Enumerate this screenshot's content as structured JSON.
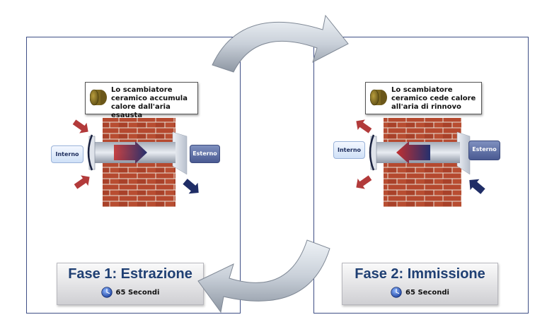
{
  "left_panel": {
    "callout": "Lo scambiatore ceramico accumula calore dall'aria esausta",
    "interno_label": "Interno",
    "esterno_label": "Esterno",
    "phase_title": "Fase 1: Estrazione",
    "phase_time": "65 Secondi"
  },
  "right_panel": {
    "callout": "Lo scambiatore ceramico cede calore all'aria di rinnovo",
    "interno_label": "Interno",
    "esterno_label": "Esterno",
    "phase_title": "Fase 2: Immissione",
    "phase_time": "65 Secondi"
  },
  "colors": {
    "frame": "#3f4f86",
    "brick": "#b5492f",
    "arrow_warm": "#b23a3a",
    "arrow_cold": "#1f2d66",
    "phase_title": "#1f3f73"
  },
  "icons": [
    "ceramic-roll-icon",
    "clock-icon",
    "cycle-arrow-icon"
  ]
}
